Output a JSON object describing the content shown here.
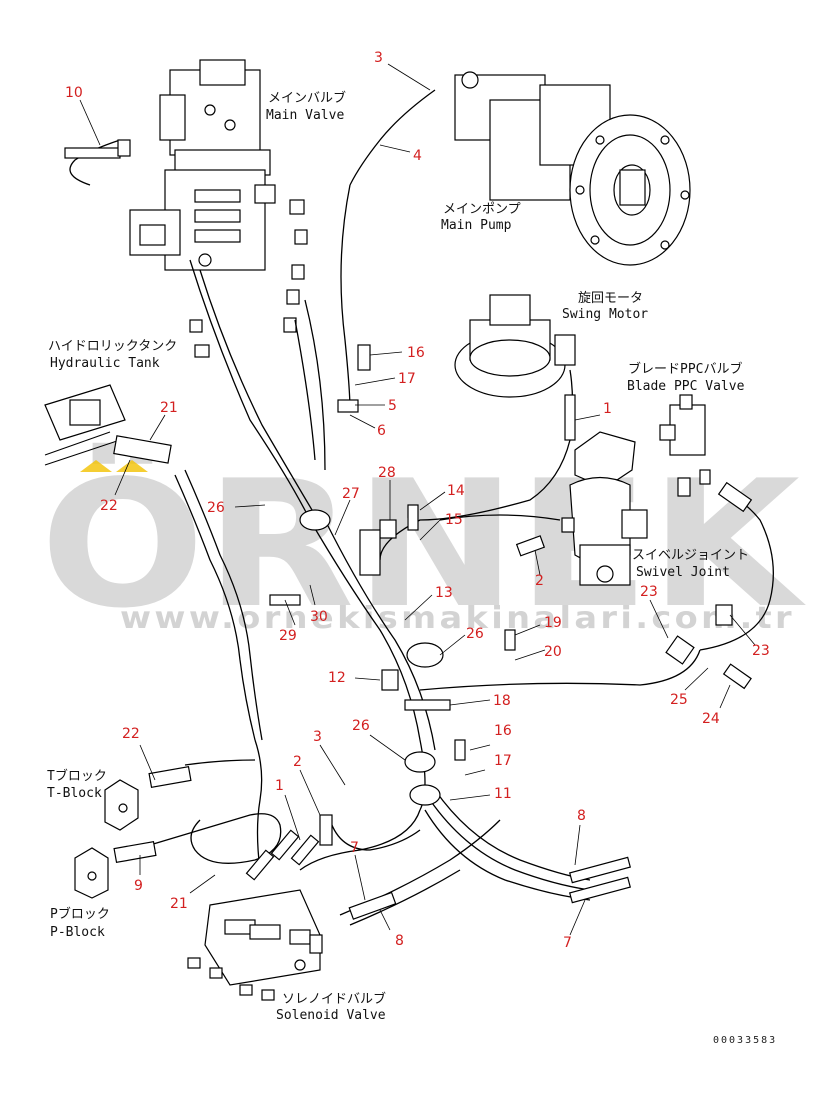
{
  "watermark": {
    "brand": "ÖRNEK",
    "url": "www.ornekismakinalari.com.tr",
    "color": "#d9d9d9",
    "accent": "#f2c200"
  },
  "labels": {
    "main_valve_jp": "メインバルブ",
    "main_valve_en": "Main Valve",
    "main_pump_jp": "メインポンプ",
    "main_pump_en": "Main Pump",
    "swing_motor_jp": "旋回モータ",
    "swing_motor_en": "Swing Motor",
    "hydraulic_tank_jp": "ハイドロリックタンク",
    "hydraulic_tank_en": "Hydraulic Tank",
    "blade_ppc_jp": "ブレードPPCバルブ",
    "blade_ppc_en": "Blade PPC Valve",
    "swivel_joint_jp": "スイベルジョイント",
    "swivel_joint_en": "Swivel Joint",
    "t_block_jp": "Tブロック",
    "t_block_en": "T-Block",
    "p_block_jp": "Pブロック",
    "p_block_en": "P-Block",
    "solenoid_jp": "ソレノイドバルブ",
    "solenoid_en": "Solenoid Valve"
  },
  "callouts": {
    "c10": "10",
    "c3a": "3",
    "c4": "4",
    "c16a": "16",
    "c17a": "17",
    "c5": "5",
    "c6": "6",
    "c1a": "1",
    "c21a": "21",
    "c22a": "22",
    "c26a": "26",
    "c27": "27",
    "c28": "28",
    "c14": "14",
    "c15": "15",
    "c2a": "2",
    "c23a": "23",
    "c23b": "23",
    "c29": "29",
    "c30": "30",
    "c13": "13",
    "c19": "19",
    "c26b": "26",
    "c20": "20",
    "c12": "12",
    "c18": "18",
    "c25": "25",
    "c24": "24",
    "c22b": "22",
    "c26c": "26",
    "c3b": "3",
    "c2b": "2",
    "c16b": "16",
    "c17b": "17",
    "c1b": "1",
    "c11": "11",
    "c8a": "8",
    "c7a": "7",
    "c9": "9",
    "c21b": "21",
    "c8b": "8",
    "c7b": "7"
  },
  "drawing_code": "00033583"
}
